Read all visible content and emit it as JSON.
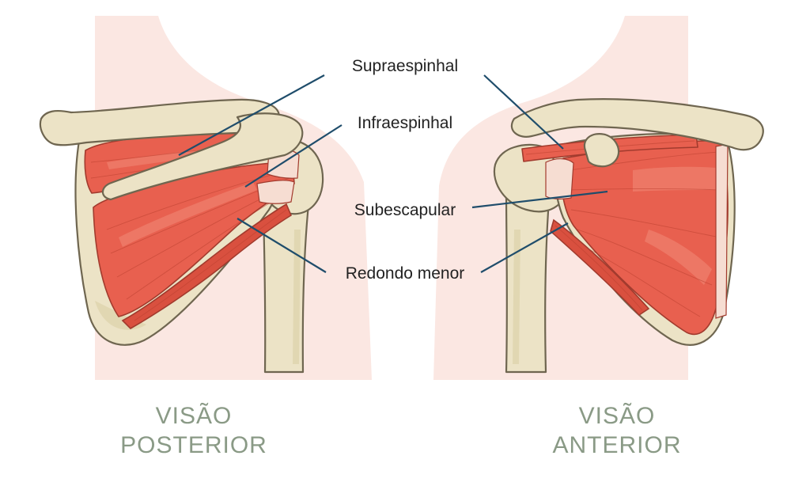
{
  "labels": {
    "supraspinatus": "Supraespinhal",
    "infraspinatus": "Infraespinhal",
    "subscapularis": "Subescapular",
    "teres_minor": "Redondo menor"
  },
  "captions": {
    "posterior_line1": "VISÃO",
    "posterior_line2": "POSTERIOR",
    "anterior_line1": "VISÃO",
    "anterior_line2": "ANTERIOR"
  },
  "colors": {
    "muscle": "#e8604f",
    "bone": "#ece3c6",
    "leader_line": "#1f4d6b",
    "caption": "#8a9a86"
  }
}
